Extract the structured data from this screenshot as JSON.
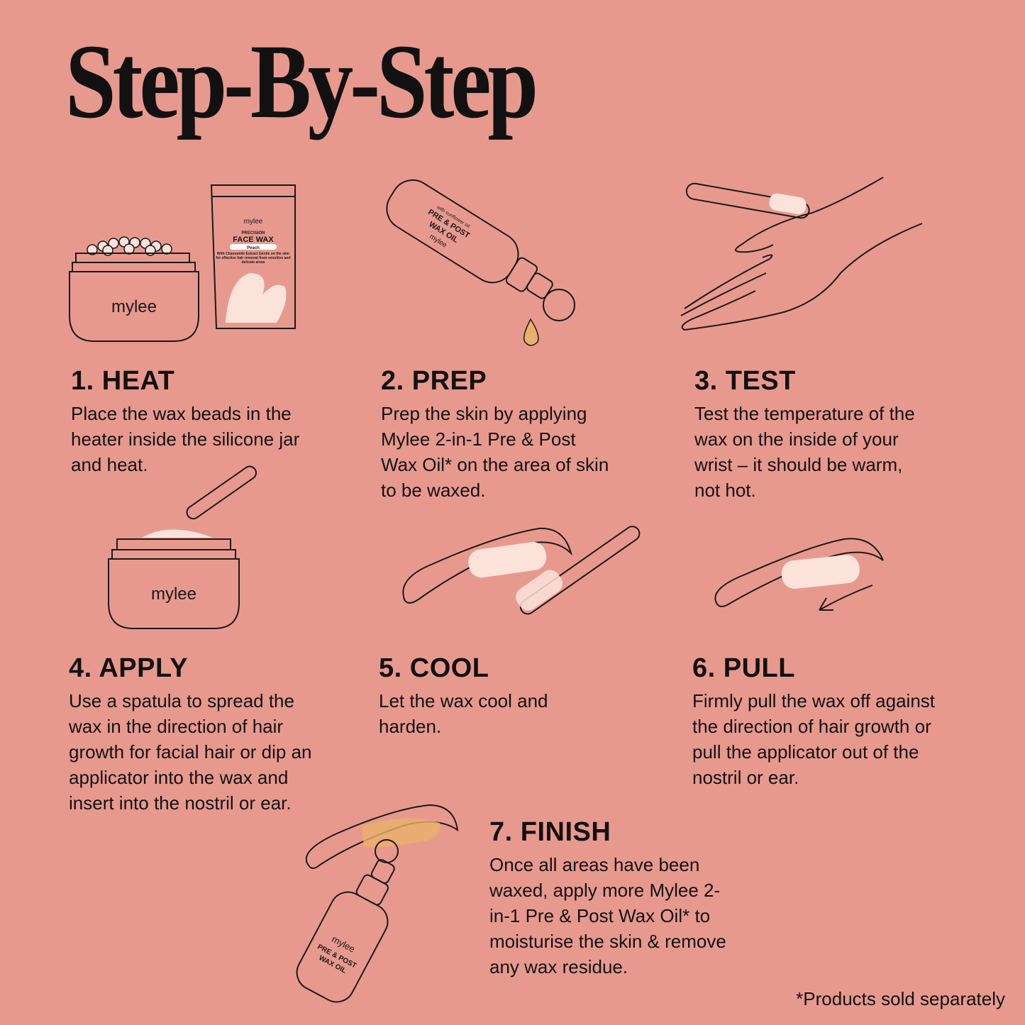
{
  "title": "Step-By-Step",
  "brand": "mylee",
  "pouch_label": {
    "line1": "PRECISION",
    "line2": "FACE WAX",
    "variant": "Peach",
    "desc": "With Chamomile Extract Gentle on the skin for effective hair removal from sensitive and delicate areas"
  },
  "bottle_label": {
    "line1": "PRE & POST",
    "line2": "WAX OIL",
    "sub": "with sunflower oil"
  },
  "steps": [
    {
      "heading": "1. HEAT",
      "text": "Place the wax beads in the heater inside the silicone jar and heat."
    },
    {
      "heading": "2. PREP",
      "text": "Prep the skin by applying Mylee 2-in-1 Pre & Post Wax Oil* on the area of skin to be waxed."
    },
    {
      "heading": "3. TEST",
      "text": "Test the temperature of the wax on the inside of your wrist – it should be warm, not hot."
    },
    {
      "heading": "4. APPLY",
      "text": "Use a spatula to spread the wax in the direction of hair growth for facial hair or dip an applicator into the wax and insert into the nostril or ear."
    },
    {
      "heading": "5. COOL",
      "text": "Let the wax cool and harden."
    },
    {
      "heading": "6. PULL",
      "text": "Firmly pull the wax off against the direction of hair growth or pull the applicator out of the nostril or ear."
    },
    {
      "heading": "7. FINISH",
      "text": "Once all areas have been waxed, apply more Mylee 2-in-1 Pre & Post Wax Oil* to moisturise the skin & remove any wax residue."
    }
  ],
  "footnote": "*Products sold separately",
  "colors": {
    "background": "#E8998E",
    "wax": "#FBE3DA",
    "oil": "#E8B06A"
  }
}
